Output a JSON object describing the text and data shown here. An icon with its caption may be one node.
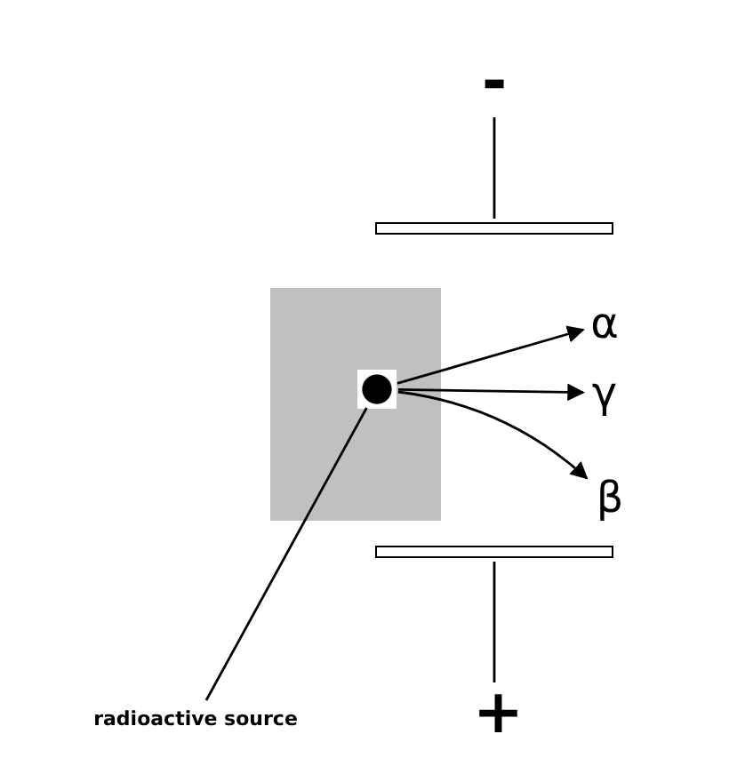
{
  "diagram": {
    "nodes": [
      {
        "text": [],
        "shape": "box"
      },
      {
        "text": [],
        "shape": "circle",
        "in": 0
      },
      {
        "text": [
          "α"
        ]
      },
      {
        "text": [
          "γ"
        ]
      },
      {
        "text": [
          "β"
        ]
      },
      {
        "text": [
          "radioactive source"
        ]
      },
      {
        "text": [
          "-"
        ]
      },
      {
        "text": [],
        "shape": "bar"
      },
      {
        "text": [],
        "shape": "bar"
      },
      {
        "text": [
          "+"
        ]
      }
    ],
    "edges": [
      {
        "from": 1,
        "to": 2,
        "arrow": "to"
      },
      {
        "from": 1,
        "to": 3,
        "arrow": "to"
      },
      {
        "from": 1,
        "to": 4,
        "arrow": "to"
      },
      {
        "from": 5,
        "to": 1,
        "arrow": "none"
      },
      {
        "from": 6,
        "to": 7,
        "arrow": "none"
      },
      {
        "from": 9,
        "to": 8,
        "arrow": "none"
      }
    ]
  }
}
